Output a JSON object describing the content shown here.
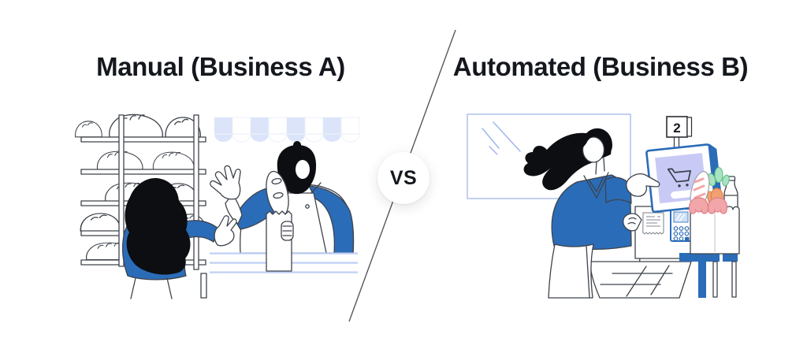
{
  "left_panel": {
    "title": "Manual (Business A)",
    "scene": {
      "name": "bakery-counter-service",
      "elements": [
        "bread-rack",
        "bread-loaves",
        "striped-awning",
        "baker-with-paper-bag",
        "baguette",
        "customer-talking",
        "counter"
      ]
    }
  },
  "divider": {
    "label": "VS"
  },
  "right_panel": {
    "title": "Automated (Business B)",
    "scene": {
      "name": "self-checkout-kiosk",
      "lane_number": "2",
      "elements": [
        "window",
        "customer-pointing-at-screen",
        "kiosk-touchscreen",
        "cart-icon",
        "receipt",
        "card-terminal",
        "grocery-bag",
        "baguette",
        "carrots",
        "milk-bottle",
        "shopping-basket",
        "bagging-table"
      ]
    }
  },
  "colors": {
    "blue": "#2B6CB8",
    "ink": "#3E434B",
    "hair": "#0C0E11",
    "lavender": "#C8CAF5",
    "awning": "#DCE4FA",
    "counter-line": "#BECFF5",
    "window-stroke": "#AEC2EE",
    "streak": "#9FB7EE",
    "pink": "#F2A6A9",
    "pink-dark": "#DD8289",
    "green": "#A9E3BF",
    "green-dark": "#5FBD8D",
    "orange": "#F2A070",
    "orange-dark": "#DD8549",
    "title": "#14171D",
    "divider": "#55585D",
    "bg": "#FFFFFF"
  }
}
